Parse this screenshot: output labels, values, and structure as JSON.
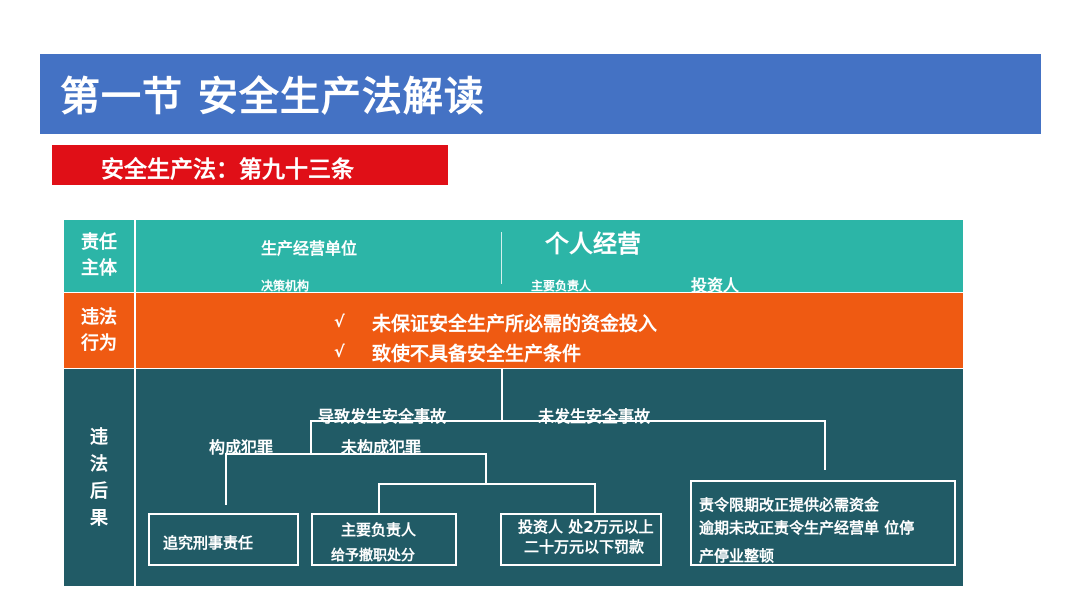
{
  "header": {
    "title": "第一节  安全生产法解读",
    "subtitle": "安全生产法：第九十三条"
  },
  "rows": {
    "subject": {
      "label": "责任\n主体",
      "unit": "生产经营单位",
      "personal": "个人经营",
      "decision": "决策机构",
      "principal": "主要负责人",
      "investor": "投资人"
    },
    "behavior": {
      "label": "违法\n行为",
      "check": "√",
      "item1": "未保证安全生产所必需的资金投入",
      "item2": "致使不具备安全生产条件"
    },
    "consequence": {
      "label": "违\n法\n后\n果",
      "accident": "导致发生安全事故",
      "no_accident": "未发生安全事故",
      "crime": "构成犯罪",
      "no_crime": "未构成犯罪",
      "box1": "追究刑事责任",
      "box2_line1": "主要负责人",
      "box2_line2": "给予撤职处分",
      "box3_line1": "投资人 处2万元以上",
      "box3_line2": "二十万元以下罚款",
      "box4_line1": "责令限期改正提供必需资金",
      "box4_line2": "逾期未改正责令生产经营单 位停",
      "box4_line3": "产停业整顿"
    }
  }
}
